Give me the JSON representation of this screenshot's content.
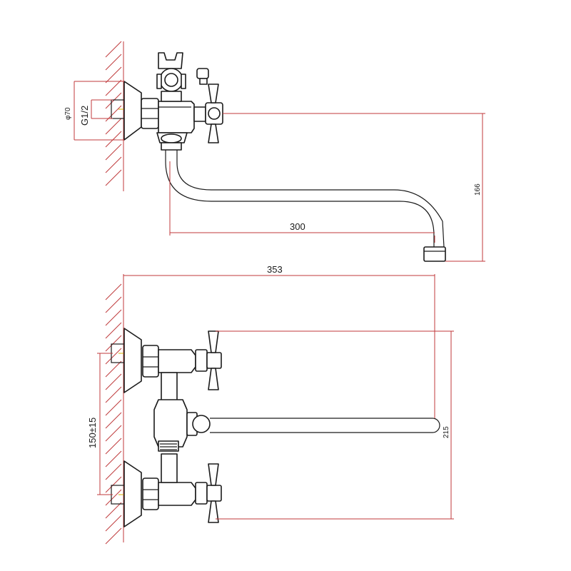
{
  "dimensions": {
    "diameter_flange": "φ70",
    "thread": "G1/2",
    "spout_reach": "300",
    "spout_height": "166",
    "total_length": "353",
    "spout_depth": "215",
    "center_distance": "150±15"
  },
  "colors": {
    "dimension_line": "#c0393b",
    "outline": "#1a1a1a"
  }
}
